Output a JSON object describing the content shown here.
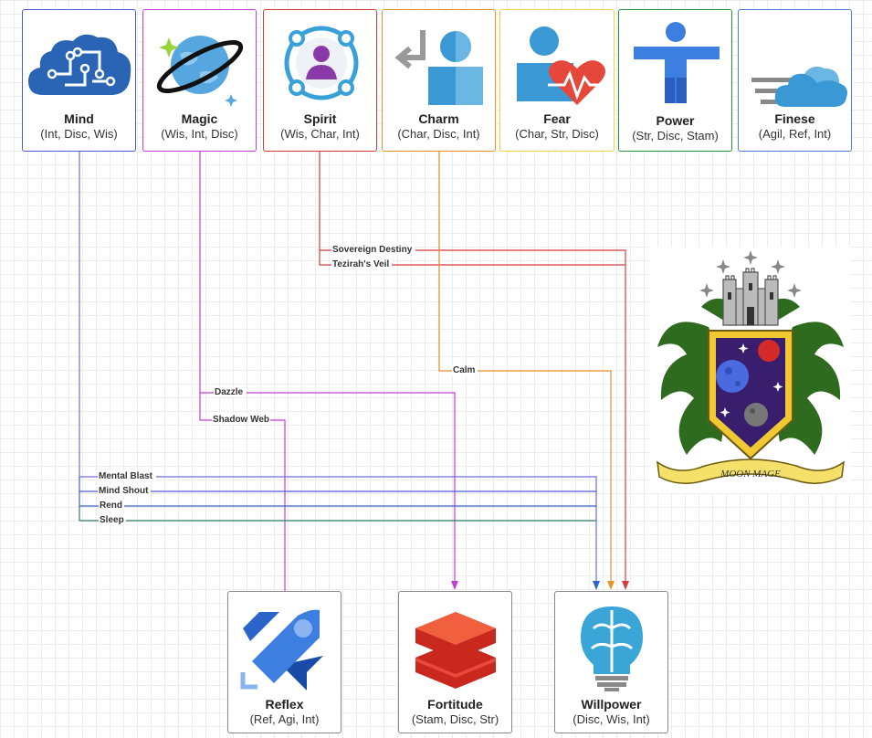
{
  "top_nodes": [
    {
      "id": "mind",
      "title": "Mind",
      "attrs": "(Int, Disc, Wis)",
      "color": "#4b5bd6",
      "icon": "brain-circuit-cloud-icon"
    },
    {
      "id": "magic",
      "title": "Magic",
      "attrs": "(Wis, Int, Disc)",
      "color": "#c43dd4",
      "icon": "planet-ring-icon"
    },
    {
      "id": "spirit",
      "title": "Spirit",
      "attrs": "(Wis, Char, Int)",
      "color": "#d63c3c",
      "icon": "person-network-icon"
    },
    {
      "id": "charm",
      "title": "Charm",
      "attrs": "(Char, Disc, Int)",
      "color": "#e8922c",
      "icon": "user-return-arrow-icon"
    },
    {
      "id": "fear",
      "title": "Fear",
      "attrs": "(Char, Str, Disc)",
      "color": "#f2d43a",
      "icon": "user-heartbeat-icon"
    },
    {
      "id": "power",
      "title": "Power",
      "attrs": "(Str, Disc, Stam)",
      "color": "#2e8b3a",
      "icon": "accessibility-figure-icon"
    },
    {
      "id": "finese",
      "title": "Finese",
      "attrs": "(Agil, Ref, Int)",
      "color": "#4a7fd6",
      "icon": "speed-cloud-icon"
    }
  ],
  "bottom_nodes": [
    {
      "id": "reflex",
      "title": "Reflex",
      "attrs": "(Ref, Agi, Int)",
      "icon": "rocket-icon"
    },
    {
      "id": "fortitude",
      "title": "Fortitude",
      "attrs": "(Stam, Disc, Str)",
      "icon": "stacked-layers-icon"
    },
    {
      "id": "willpower",
      "title": "Willpower",
      "attrs": "(Disc, Wis, Int)",
      "icon": "lightbulb-brain-icon"
    }
  ],
  "edges": [
    {
      "label": "Sovereign Destiny",
      "from": "spirit",
      "to": "willpower",
      "color": "#d63c3c"
    },
    {
      "label": "Tezirah's Veil",
      "from": "spirit",
      "to": "willpower",
      "color": "#d63c3c"
    },
    {
      "label": "Calm",
      "from": "charm",
      "to": "willpower",
      "color": "#e8922c"
    },
    {
      "label": "Dazzle",
      "from": "magic",
      "to": "fortitude",
      "color": "#c43dd4"
    },
    {
      "label": "Shadow Web",
      "from": "magic",
      "to": "reflex",
      "color": "#c43dd4"
    },
    {
      "label": "Mental Blast",
      "from": "mind",
      "to": "willpower",
      "color": "#6d6ed8"
    },
    {
      "label": "Mind Shout",
      "from": "mind",
      "to": "willpower",
      "color": "#4b5bd6"
    },
    {
      "label": "Rend",
      "from": "mind",
      "to": "willpower",
      "color": "#3a63c4"
    },
    {
      "label": "Sleep",
      "from": "mind",
      "to": "willpower",
      "color": "#2e7d6b"
    }
  ],
  "crest": {
    "banner_text": "MOON MAGE",
    "icon": "moon-mage-crest-icon"
  }
}
